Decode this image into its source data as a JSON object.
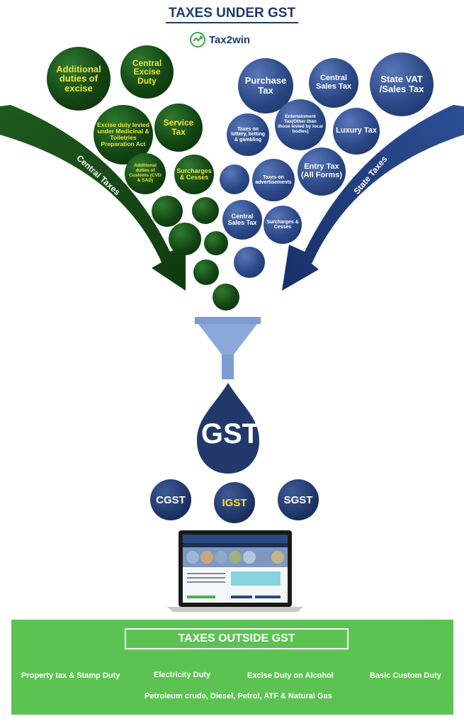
{
  "header": {
    "title": "TAXES UNDER GST",
    "brand_name": "Tax2win",
    "brand_icon": "tax2win-logo-icon"
  },
  "colors": {
    "central_green": "#134513",
    "state_blue": "#2a4886",
    "accent_yellow": "#f2e33a",
    "outside_green": "#5cc353",
    "title_navy": "#1d3a6b"
  },
  "central": {
    "arrow_label": "Central Taxes",
    "bubbles": [
      "Additional duties of excise",
      "Central Excise Duty",
      "Excise duty levied under Medicinal & Toiletries Preparation Act",
      "Service Tax",
      "Additional duties of Customs (CVD & SAD)",
      "Surcharges & Cesses"
    ]
  },
  "state": {
    "arrow_label": "State Taxes",
    "bubbles": [
      "Purchase Tax",
      "Central Sales Tax",
      "State VAT /Sales Tax",
      "Taxes on lottery, betting & gambling",
      "Entertainment Tax(Other than those levied by local bodies)",
      "Luxury Tax",
      "Taxes on advertisements",
      "Entry Tax (All Forms)",
      "Central Sales Tax",
      "Surcharges & Cesses"
    ]
  },
  "gst": {
    "label": "GST",
    "components": [
      "CGST",
      "IGST",
      "SGST"
    ]
  },
  "outside": {
    "title": "TAXES OUTSIDE GST",
    "items": [
      "Property tax & Stamp Duty",
      "Electricity Duty",
      "Exclse Duty on Alcohol",
      "Basic Custom Duty",
      "Petroleum crude, Diesel, Petrol, ATF & Natural Gas"
    ]
  }
}
